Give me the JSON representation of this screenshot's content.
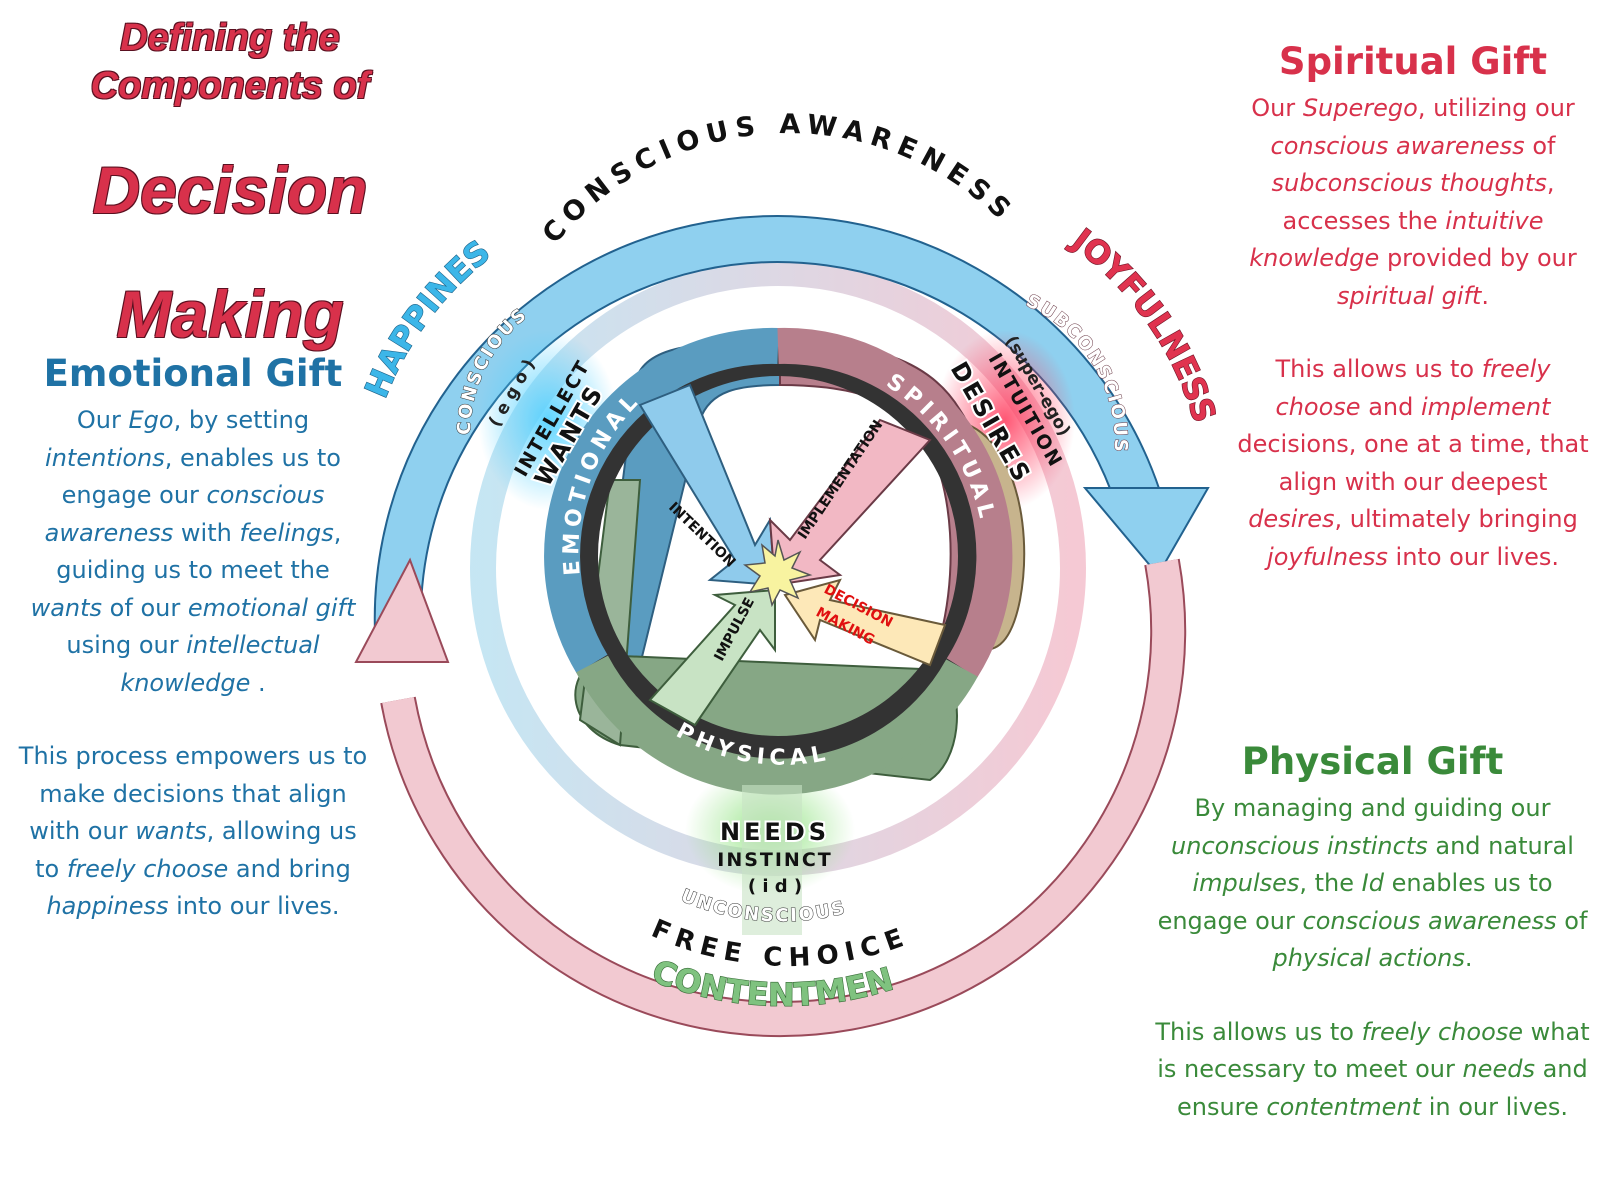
{
  "title": {
    "line1": "Defining the",
    "line2": "Components of",
    "line3": "Decision",
    "line4": "Making"
  },
  "panels": {
    "emotional": {
      "heading": "Emotional Gift",
      "p1": [
        {
          "t": "Our "
        },
        {
          "t": "Ego",
          "i": true
        },
        {
          "t": ", by setting "
        },
        {
          "t": "intentions",
          "i": true
        },
        {
          "t": ", enables us to engage our "
        },
        {
          "t": "conscious awareness",
          "i": true
        },
        {
          "t": " with "
        },
        {
          "t": "feelings",
          "i": true
        },
        {
          "t": ", guiding us to meet the "
        },
        {
          "t": "wants",
          "i": true
        },
        {
          "t": " of our "
        },
        {
          "t": "emotional gift",
          "i": true
        },
        {
          "t": " using our "
        },
        {
          "t": "intellectual knowledge",
          "i": true
        },
        {
          "t": " ."
        }
      ],
      "p2": [
        {
          "t": "This process empowers us to make decisions that align with our "
        },
        {
          "t": "wants",
          "i": true
        },
        {
          "t": ", allowing us to "
        },
        {
          "t": "freely choose",
          "i": true
        },
        {
          "t": " and bring "
        },
        {
          "t": "happiness",
          "i": true
        },
        {
          "t": " into our lives."
        }
      ]
    },
    "spiritual": {
      "heading": "Spiritual Gift",
      "p1": [
        {
          "t": "Our "
        },
        {
          "t": "Superego",
          "i": true
        },
        {
          "t": ", utilizing our  "
        },
        {
          "t": "conscious awareness",
          "i": true
        },
        {
          "t": " of "
        },
        {
          "t": "subconscious thoughts",
          "i": true
        },
        {
          "t": ", accesses the "
        },
        {
          "t": "intuitive knowledge",
          "i": true
        },
        {
          "t": " provided by our "
        },
        {
          "t": "spiritual gift",
          "i": true
        },
        {
          "t": "."
        }
      ],
      "p2": [
        {
          "t": "This allows us to "
        },
        {
          "t": "freely choose",
          "i": true
        },
        {
          "t": " and "
        },
        {
          "t": "implement",
          "i": true
        },
        {
          "t": " decisions, one at a time, that align with our deepest "
        },
        {
          "t": "desires",
          "i": true
        },
        {
          "t": ", ultimately bringing "
        },
        {
          "t": "joyfulness",
          "i": true
        },
        {
          "t": " into our lives."
        }
      ]
    },
    "physical": {
      "heading": "Physical Gift",
      "p1": [
        {
          "t": "By managing and guiding our "
        },
        {
          "t": "unconscious instincts",
          "i": true
        },
        {
          "t": " and natural "
        },
        {
          "t": "impulses",
          "i": true
        },
        {
          "t": ", the "
        },
        {
          "t": "Id",
          "i": true
        },
        {
          "t": " enables us to engage our "
        },
        {
          "t": "conscious awareness",
          "i": true
        },
        {
          "t": " of "
        },
        {
          "t": "physical actions",
          "i": true
        },
        {
          "t": "."
        }
      ],
      "p2": [
        {
          "t": "This allows us to "
        },
        {
          "t": "freely choose",
          "i": true
        },
        {
          "t": " what is necessary to meet our "
        },
        {
          "t": "needs",
          "i": true
        },
        {
          "t": " and ensure "
        },
        {
          "t": "contentment",
          "i": true
        },
        {
          "t": " in our lives."
        }
      ]
    }
  },
  "diagram": {
    "outer_top": "CONSCIOUS AWARENESS",
    "outer_bottom": "FREE CHOICE",
    "happiness": "HAPPINESS",
    "joyfulness": "JOYFULNESS",
    "contentment": "CONTENTMENT",
    "emotional": "EMOTIONAL",
    "spiritual": "SPIRITUAL",
    "physical": "PHYSICAL",
    "conscious": "CONSCIOUS",
    "ego": "( e g o )",
    "intellect": "INTELLECT",
    "wants": "WANTS",
    "subconscious": "SUBCONSCIOUS",
    "superego": "(super-ego)",
    "intuition": "INTUITION",
    "desires": "DESIRES",
    "needs": "NEEDS",
    "instinct": "INSTINCT",
    "id": "( i d )",
    "unconscious": "UNCONSCIOUS",
    "intention": "INTENTION",
    "implementation": "IMPLEMENTATION",
    "impulse": "IMPULSE",
    "decision_1": "DECISION",
    "decision_2": "MAKING"
  },
  "colors": {
    "blue": "#8fd0ef",
    "pink": "#f2c9d1",
    "title_red": "#d8314b",
    "emo_blue": "#5a9cc0",
    "spi_rose": "#b77f8c",
    "phy_green": "#86a785"
  }
}
